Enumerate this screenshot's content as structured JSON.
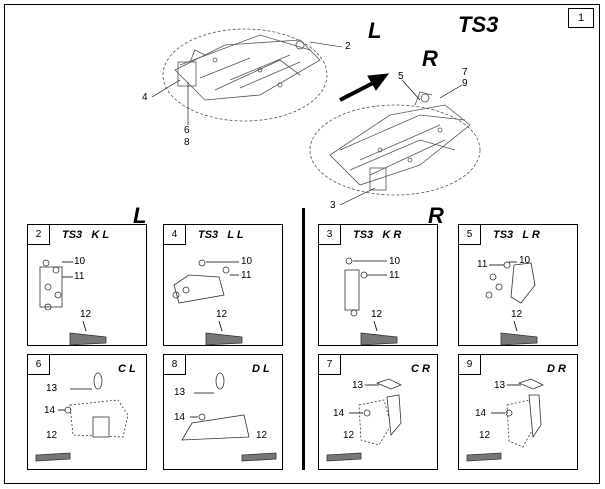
{
  "sheet": {
    "number": "1",
    "title": "TS3",
    "left_label": "L",
    "right_label": "R",
    "section_left": "L",
    "section_right": "R",
    "overview_callouts": {
      "c2": "2",
      "c4": "4",
      "c6": "6",
      "c8": "8",
      "c5": "5",
      "c7": "7",
      "c9": "9",
      "c3": "3"
    }
  },
  "boxes": [
    {
      "id": "2",
      "title": "TS3   K L",
      "labels": [
        "10",
        "11",
        "12"
      ]
    },
    {
      "id": "4",
      "title": "TS3   L L",
      "labels": [
        "10",
        "11",
        "12"
      ]
    },
    {
      "id": "3",
      "title": "TS3   K R",
      "labels": [
        "10",
        "11",
        "12"
      ]
    },
    {
      "id": "5",
      "title": "TS3   L R",
      "labels": [
        "10",
        "11",
        "12"
      ]
    },
    {
      "id": "6",
      "title": "C L",
      "labels": [
        "13",
        "14",
        "12"
      ]
    },
    {
      "id": "8",
      "title": "D L",
      "labels": [
        "13",
        "14",
        "12"
      ]
    },
    {
      "id": "7",
      "title": "C R",
      "labels": [
        "13",
        "14",
        "12"
      ]
    },
    {
      "id": "9",
      "title": "D R",
      "labels": [
        "13",
        "14",
        "12"
      ]
    }
  ]
}
